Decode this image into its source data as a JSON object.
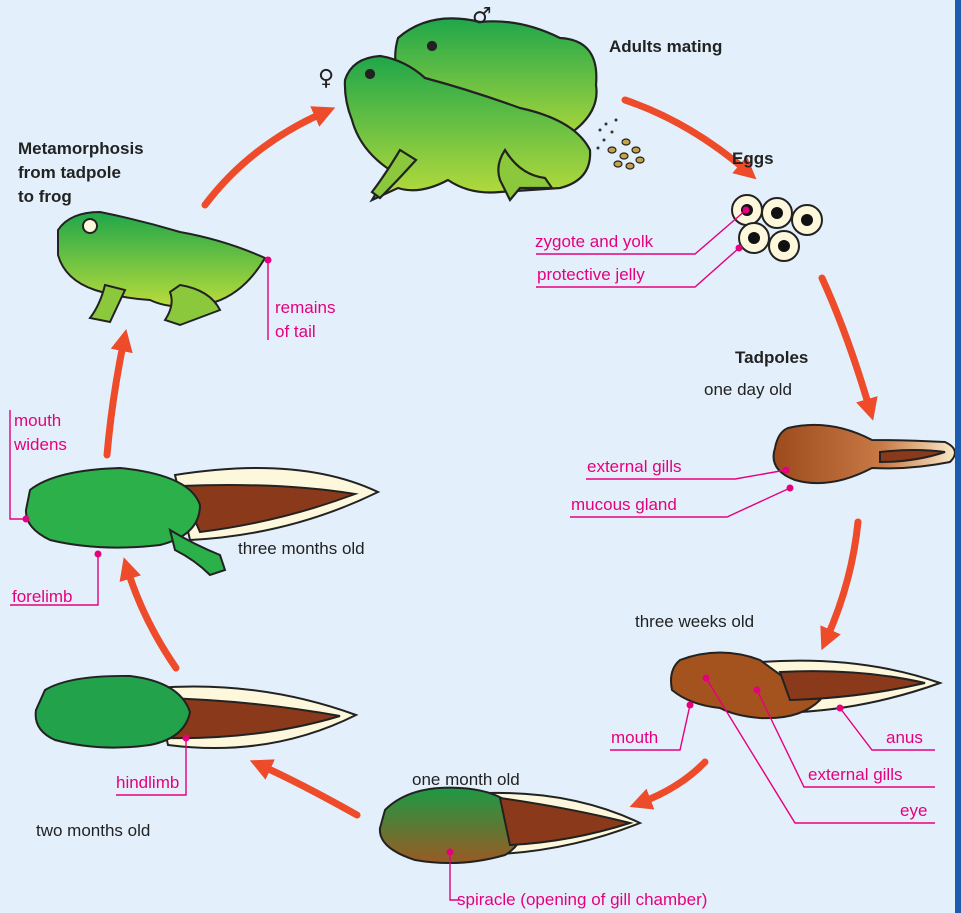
{
  "title": "Life cycle of a frog",
  "colors": {
    "background": "#e3f0fb",
    "arrow": "#ee4b2b",
    "label_line": "#e6007e",
    "frog_green": "#2bb04a",
    "tadpole_brown": "#a4521e",
    "tail_cream": "#fdf8dc"
  },
  "symbols": {
    "male": "♂",
    "female": "♀"
  },
  "stages": {
    "adults": {
      "title": "Adults mating"
    },
    "eggs": {
      "title": "Eggs",
      "labels": [
        "zygote and yolk",
        "protective jelly"
      ]
    },
    "tadpoles": {
      "title": "Tadpoles"
    },
    "one_day": {
      "age": "one day old",
      "labels": [
        "external gills",
        "mucous gland"
      ]
    },
    "three_weeks": {
      "age": "three weeks old",
      "labels": [
        "mouth",
        "anus",
        "external gills",
        "eye"
      ]
    },
    "one_month": {
      "age": "one month old",
      "labels": [
        "spiracle (opening of gill chamber)"
      ]
    },
    "two_months": {
      "age": "two months old",
      "labels": [
        "hindlimb"
      ]
    },
    "three_months": {
      "age": "three months old",
      "labels": [
        "mouth widens",
        "forelimb"
      ]
    },
    "metamorphosis": {
      "title_lines": [
        "Metamorphosis",
        "from tadpole",
        "to frog"
      ],
      "labels": [
        "remains of tail"
      ]
    }
  }
}
